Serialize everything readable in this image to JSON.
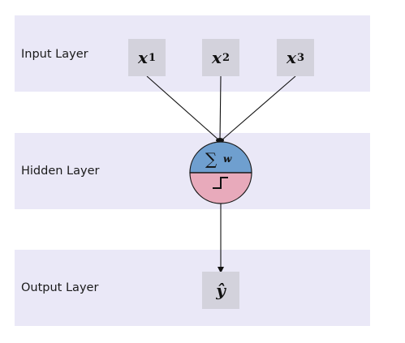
{
  "layers": {
    "input": {
      "label": "Input Layer"
    },
    "hidden": {
      "label": "Hidden Layer"
    },
    "output": {
      "label": "Output Layer"
    }
  },
  "inputs": [
    {
      "symbol": "x",
      "subscript": "1"
    },
    {
      "symbol": "x",
      "subscript": "2"
    },
    {
      "symbol": "x",
      "subscript": "3"
    }
  ],
  "neuron": {
    "sum_symbol": "∑",
    "sum_subscript": "w",
    "activation_icon": "step-function-icon",
    "top_color": "#6f9fcf",
    "bottom_color": "#e8aabb"
  },
  "output": {
    "symbol": "ŷ"
  },
  "colors": {
    "band": "#eae8f7",
    "node": "#d3d2dc"
  }
}
